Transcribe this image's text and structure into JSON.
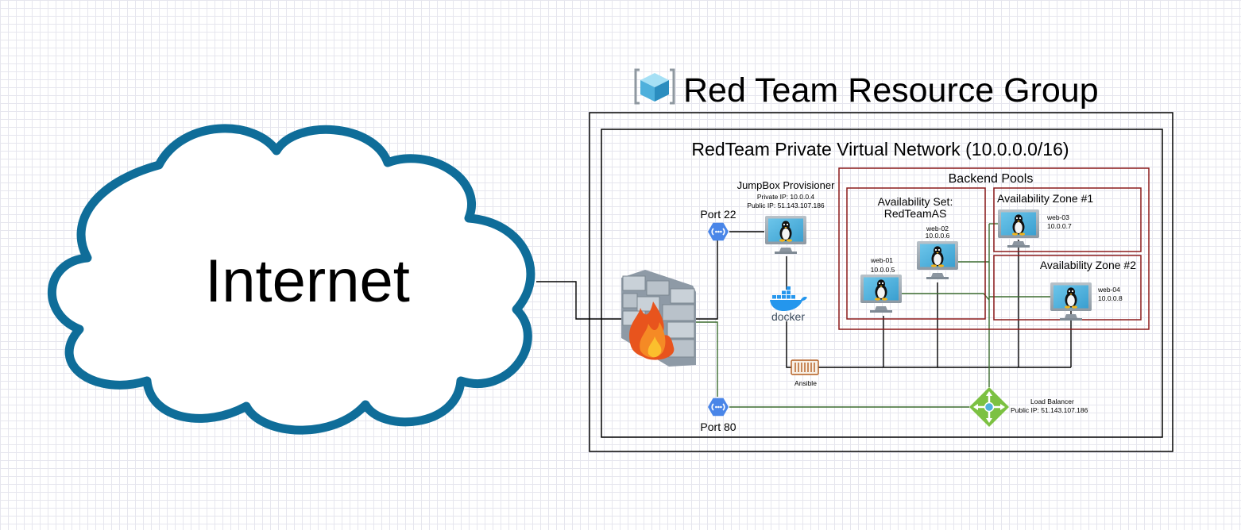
{
  "resource_group": {
    "title": "Red Team Resource Group"
  },
  "internet": {
    "label": "Internet"
  },
  "vnet": {
    "title": "RedTeam Private Virtual Network (10.0.0.0/16)"
  },
  "backend": {
    "title": "Backend Pools",
    "availability_set": {
      "line1": "Availability Set:",
      "line2": "RedTeamAS"
    },
    "zone1": {
      "title": "Availability Zone #1"
    },
    "zone2": {
      "title": "Availability Zone #2"
    }
  },
  "jumpbox": {
    "title": "JumpBox Provisioner",
    "private_ip": "Private IP: 10.0.0.4",
    "public_ip": "Public IP: 51.143.107.186"
  },
  "ports": {
    "ssh": "Port 22",
    "http": "Port 80"
  },
  "docker": {
    "label": "docker"
  },
  "ansible": {
    "label": "Ansible"
  },
  "load_balancer": {
    "title": "Load Balancer",
    "public_ip": "Public IP: 51.143.107.186"
  },
  "vms": {
    "web01": {
      "name": "web-01",
      "ip": "10.0.0.5"
    },
    "web02": {
      "name": "web-02",
      "ip": "10.0.0.6"
    },
    "web03": {
      "name": "web-03",
      "ip": "10.0.0.7"
    },
    "web04": {
      "name": "web-04",
      "ip": "10.0.0.8"
    }
  },
  "colors": {
    "cloud_stroke": "#0f6d99",
    "pool_border": "#8b1a1a",
    "lb_line": "#3b6b2f",
    "gcp_blue": "#4a86e8",
    "lb_green": "#7cc142",
    "monitor_blue": "#4eb0dc"
  }
}
